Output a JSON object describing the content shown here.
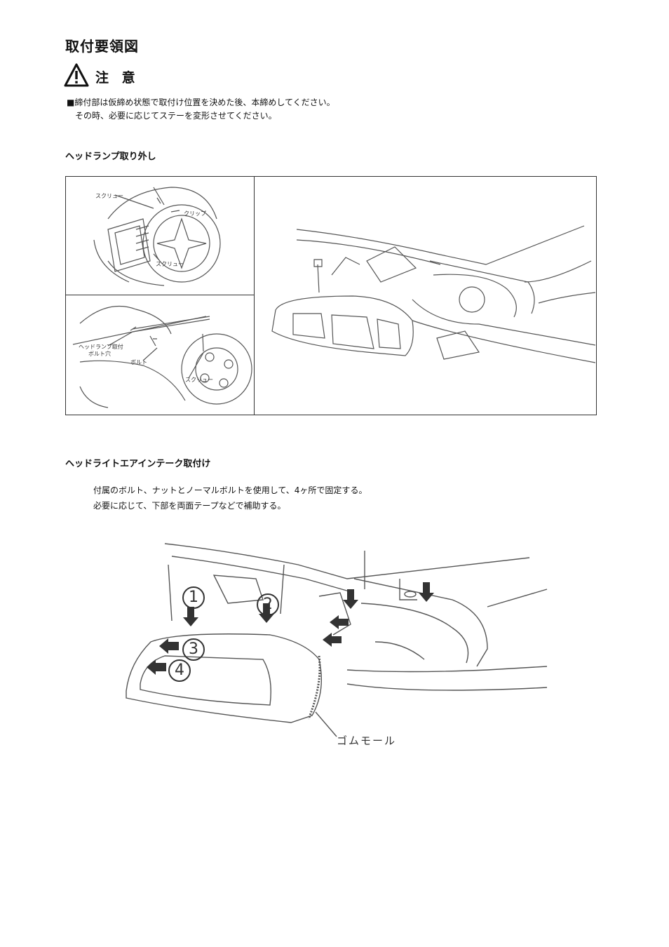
{
  "title": "取付要領図",
  "caution": {
    "label": "注 意",
    "icon": "warning-triangle-icon"
  },
  "notes": [
    "■締付部は仮締め状態で取付け位置を決めた後、本締めしてください。",
    "その時、必要に応じてステーを変形させてください。"
  ],
  "section1": {
    "heading": "ヘッドランプ取り外し",
    "panel_a": {
      "screw_top": "スクリュー",
      "clip": "クリップ",
      "screw_bottom": "スクリュー"
    },
    "panel_b": {
      "hole_line1": "ヘッドランプ取付",
      "hole_line2": "ボルト穴",
      "bolt": "ボルト",
      "screw": "スクリュー"
    }
  },
  "section2": {
    "heading": "ヘッドライトエアインテーク取付け",
    "instructions": [
      "付属のボルト、ナットとノーマルボルトを使用して、4ヶ所で固定する。",
      "必要に応じて、下部を両面テープなどで補助する。"
    ],
    "callouts": [
      "1",
      "2",
      "3",
      "4"
    ],
    "rubber_label": "ゴムモール"
  }
}
